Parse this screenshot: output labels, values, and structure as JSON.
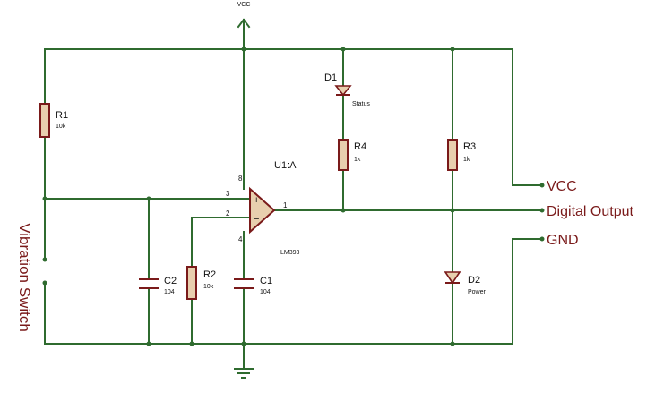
{
  "power": {
    "vcc_label": "VCC"
  },
  "op_amp": {
    "ref": "U1:A",
    "part": "LM393",
    "pin_plus_in": "3",
    "pin_minus_in": "2",
    "pin_out": "1",
    "pin_vcc": "8",
    "pin_gnd": "4",
    "plus_sign": "+",
    "minus_sign": "−"
  },
  "resistors": [
    {
      "ref": "R1",
      "value": "10k"
    },
    {
      "ref": "R2",
      "value": "10k"
    },
    {
      "ref": "R3",
      "value": "1k"
    },
    {
      "ref": "R4",
      "value": "1k"
    }
  ],
  "capacitors": [
    {
      "ref": "C1",
      "value": "104"
    },
    {
      "ref": "C2",
      "value": "104"
    }
  ],
  "diodes": [
    {
      "ref": "D1",
      "note": "Status"
    },
    {
      "ref": "D2",
      "note": "Power"
    }
  ],
  "connectors": [
    {
      "label": "VCC"
    },
    {
      "label": "Digital Output"
    },
    {
      "label": "GND"
    }
  ],
  "switch_label": "Vibration Switch",
  "colors": {
    "wire": "#2f6b2f",
    "component": "#7a1a1a",
    "component_fill": "#e8cfae",
    "text": "#111111"
  }
}
